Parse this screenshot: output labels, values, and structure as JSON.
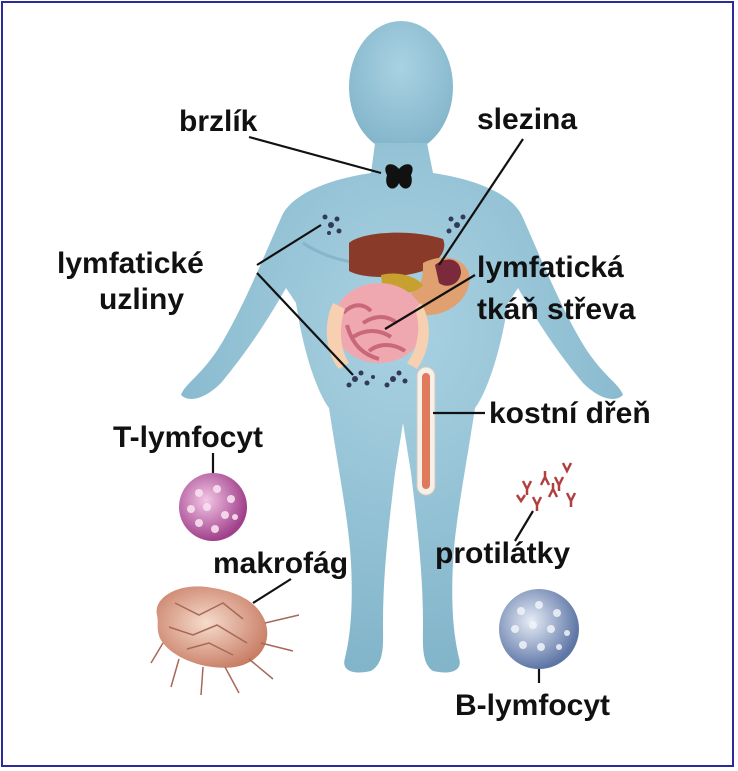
{
  "labels": {
    "thymus": "brzlík",
    "spleen": "slezina",
    "lymph_nodes_line1": "lymfatické",
    "lymph_nodes_line2": "uzliny",
    "gut_tissue_line1": "lymfatická",
    "gut_tissue_line2": "tkáň střeva",
    "bone_marrow": "kostní dřeň",
    "t_cell": "T-lymfocyt",
    "antibodies": "protilátky",
    "macrophage": "makrofág",
    "b_cell": "B-lymfocyt"
  },
  "colors": {
    "body": "#8fc0d4",
    "body_shade": "#6fa3bd",
    "border": "#2a2a9a",
    "text": "#111111",
    "bone_marrow": "#e07a5a",
    "t_cell": "#c85aa8",
    "macrophage": "#d9a08a",
    "b_cell": "#8aa0c8",
    "antibody": "#b04040"
  }
}
